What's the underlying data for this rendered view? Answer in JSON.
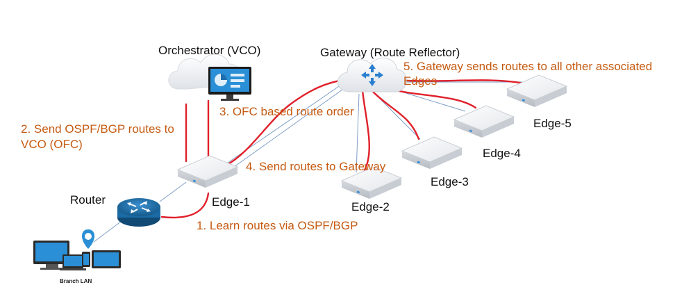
{
  "colors": {
    "route_line": "#e0202a",
    "link_line": "#7f9ec7",
    "step_text": "#c55a11",
    "node_text": "#111111",
    "router_blue": "#1f6fa8",
    "gateway_arrow": "#2b7fd0"
  },
  "nodes": {
    "orchestrator": "Orchestrator (VCO)",
    "gateway": "Gateway (Route Reflector)",
    "router": "Router",
    "edge1": "Edge-1",
    "edge2": "Edge-2",
    "edge3": "Edge-3",
    "edge4": "Edge-4",
    "edge5": "Edge-5",
    "branch_lan": "Branch LAN"
  },
  "steps": {
    "step1": "1. Learn routes via OSPF/BGP",
    "step2_line1": "2. Send OSPF/BGP routes to",
    "step2_line2": "VCO (OFC)",
    "step3": "3. OFC based route order",
    "step4": "4. Send routes to Gateway",
    "step5_line1": "5. Gateway sends routes to all other associated",
    "step5_line2": "Edges"
  },
  "icons": [
    "cloud-icon",
    "monitor-icon",
    "router-icon",
    "gateway-cloud-icon",
    "edge-device-icon",
    "branch-lan-devices-icon",
    "location-pin-icon"
  ]
}
